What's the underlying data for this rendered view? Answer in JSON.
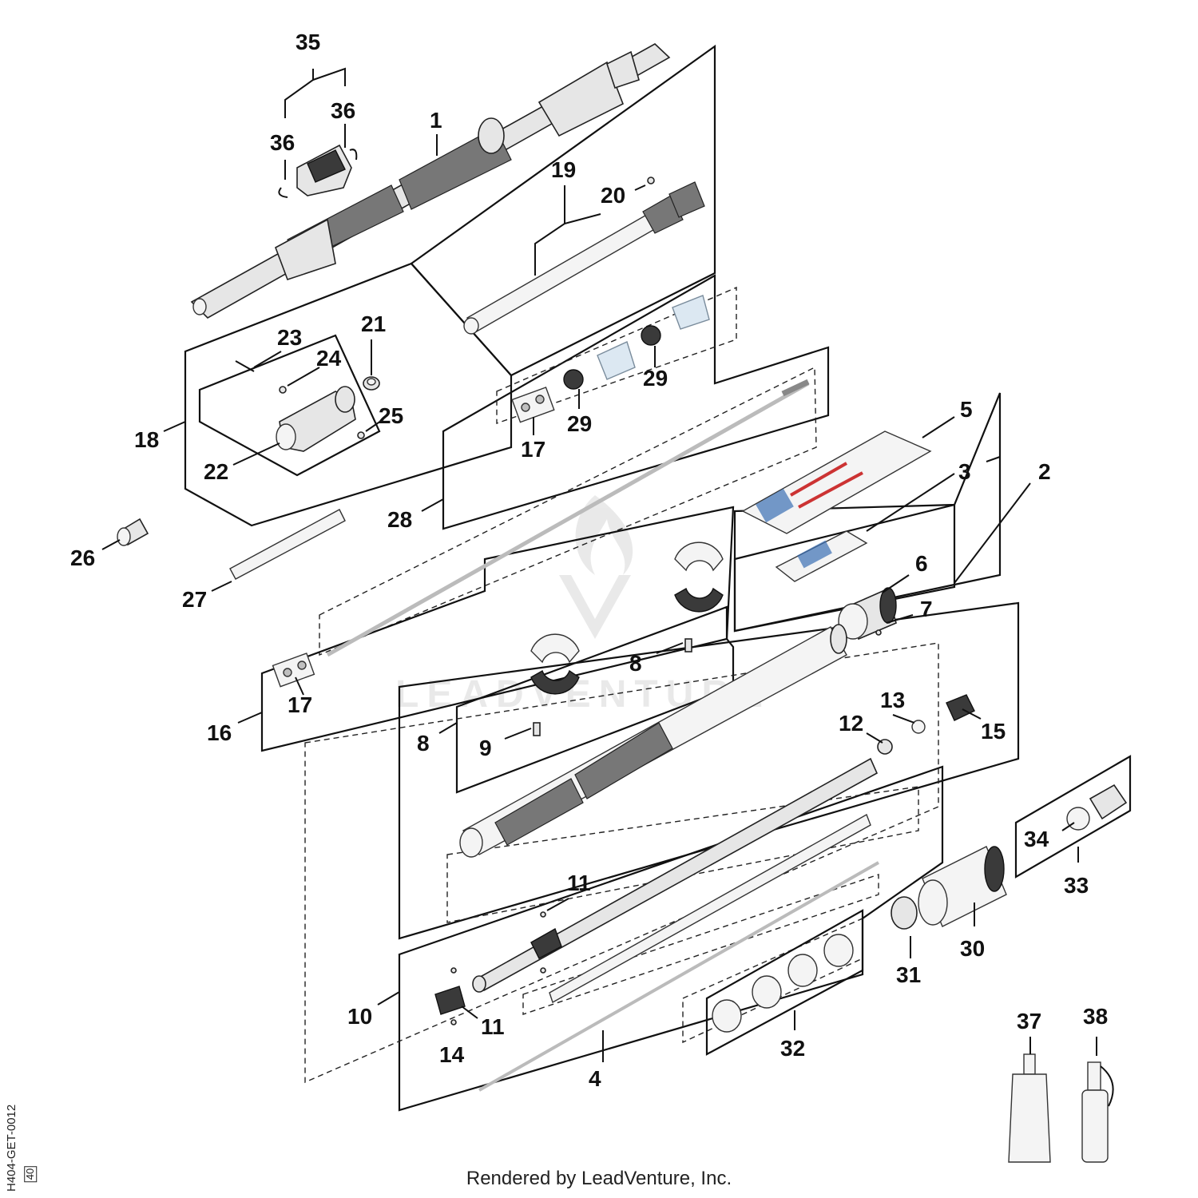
{
  "diagram": {
    "part_labels": [
      "1",
      "2",
      "3",
      "4",
      "5",
      "6",
      "7",
      "8",
      "8",
      "9",
      "10",
      "11",
      "11",
      "12",
      "13",
      "14",
      "15",
      "16",
      "17",
      "17",
      "18",
      "19",
      "20",
      "21",
      "22",
      "23",
      "24",
      "25",
      "26",
      "27",
      "28",
      "29",
      "29",
      "30",
      "31",
      "32",
      "33",
      "34",
      "35",
      "36",
      "36",
      "37",
      "38"
    ]
  },
  "watermark": "LEADVENTURE",
  "footer": "Rendered by LeadVenture, Inc.",
  "side_code": "H404-GET-0012",
  "side_number": "40"
}
